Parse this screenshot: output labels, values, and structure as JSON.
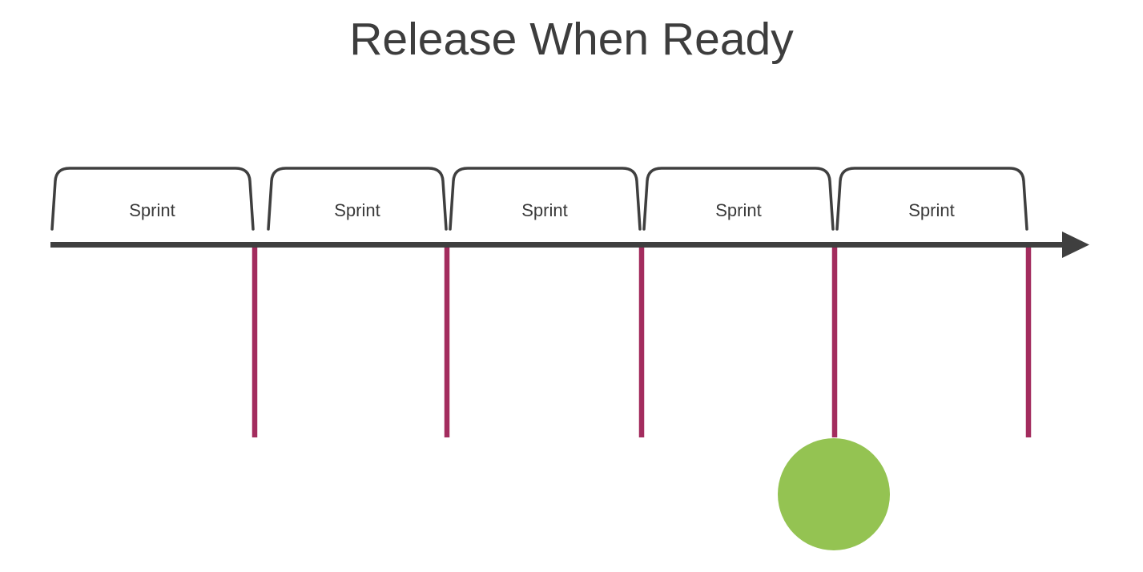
{
  "title": "Release When Ready",
  "sprints": [
    {
      "label": "Sprint"
    },
    {
      "label": "Sprint"
    },
    {
      "label": "Sprint"
    },
    {
      "label": "Sprint"
    },
    {
      "label": "Sprint"
    }
  ],
  "timeline": {
    "arrow_icon": "arrow-right-icon"
  },
  "release_marker": {
    "shape": "circle",
    "meaning": "release-ready-point"
  },
  "colors": {
    "ink": "#3f3f3f",
    "label_text": "#3a3a3a",
    "sprint_boundary": "#a32c5e",
    "release_marker": "#94c352",
    "background": "#ffffff"
  }
}
